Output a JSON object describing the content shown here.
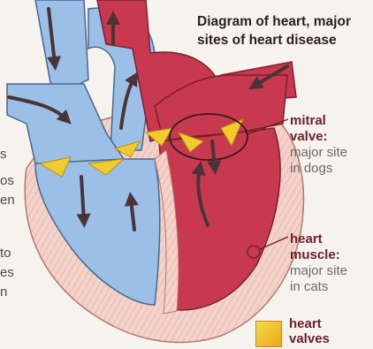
{
  "title_lines": [
    "Diagram of heart, major",
    "sites of heart disease"
  ],
  "callouts": {
    "mitral": {
      "label_lines": [
        "mitral",
        "valve:"
      ],
      "detail_lines": [
        "major site",
        "in dogs"
      ]
    },
    "muscle": {
      "label_lines": [
        "heart",
        "muscle:"
      ],
      "detail_lines": [
        "major site",
        "in cats"
      ]
    }
  },
  "legend": {
    "label_lines": [
      "heart",
      "valves"
    ]
  },
  "text_fragments": [
    "s",
    "os",
    "en",
    "to",
    "es",
    "n"
  ],
  "colors": {
    "deoxygenated": "#9bbfe6",
    "oxygenated": "#c8394f",
    "muscle": "#f2cfc7",
    "valve": "#f2cc2e",
    "arrow": "#4a3438"
  }
}
